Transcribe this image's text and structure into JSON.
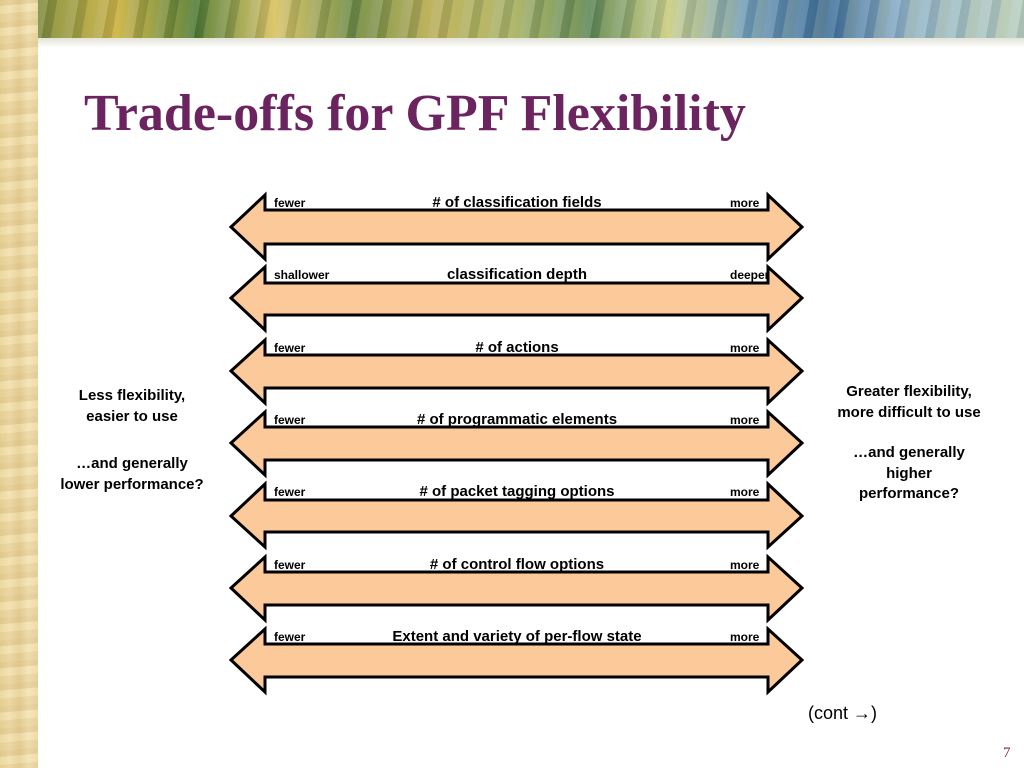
{
  "slide": {
    "title": "Trade-offs for GPF Flexibility",
    "page_number": "7",
    "continuation": "(cont →)",
    "arrow_fill_color": "#fcc99b",
    "title_color": "#6b2460"
  },
  "rows": [
    {
      "label": "# of classification fields",
      "left": "fewer",
      "right": "more"
    },
    {
      "label": "classification depth",
      "left": "shallower",
      "right": "deeper"
    },
    {
      "label": "# of actions",
      "left": "fewer",
      "right": "more"
    },
    {
      "label": "# of programmatic elements",
      "left": "fewer",
      "right": "more"
    },
    {
      "label": "# of packet tagging options",
      "left": "fewer",
      "right": "more"
    },
    {
      "label": "# of control flow options",
      "left": "fewer",
      "right": "more"
    },
    {
      "label": "Extent and variety of per-flow state",
      "left": "fewer",
      "right": "more"
    }
  ],
  "left_side": {
    "primary": "Less flexibility, easier to use",
    "secondary": "…and generally lower performance?"
  },
  "right_side": {
    "primary": "Greater flexibility, more difficult to use",
    "secondary": "…and generally higher performance?"
  }
}
